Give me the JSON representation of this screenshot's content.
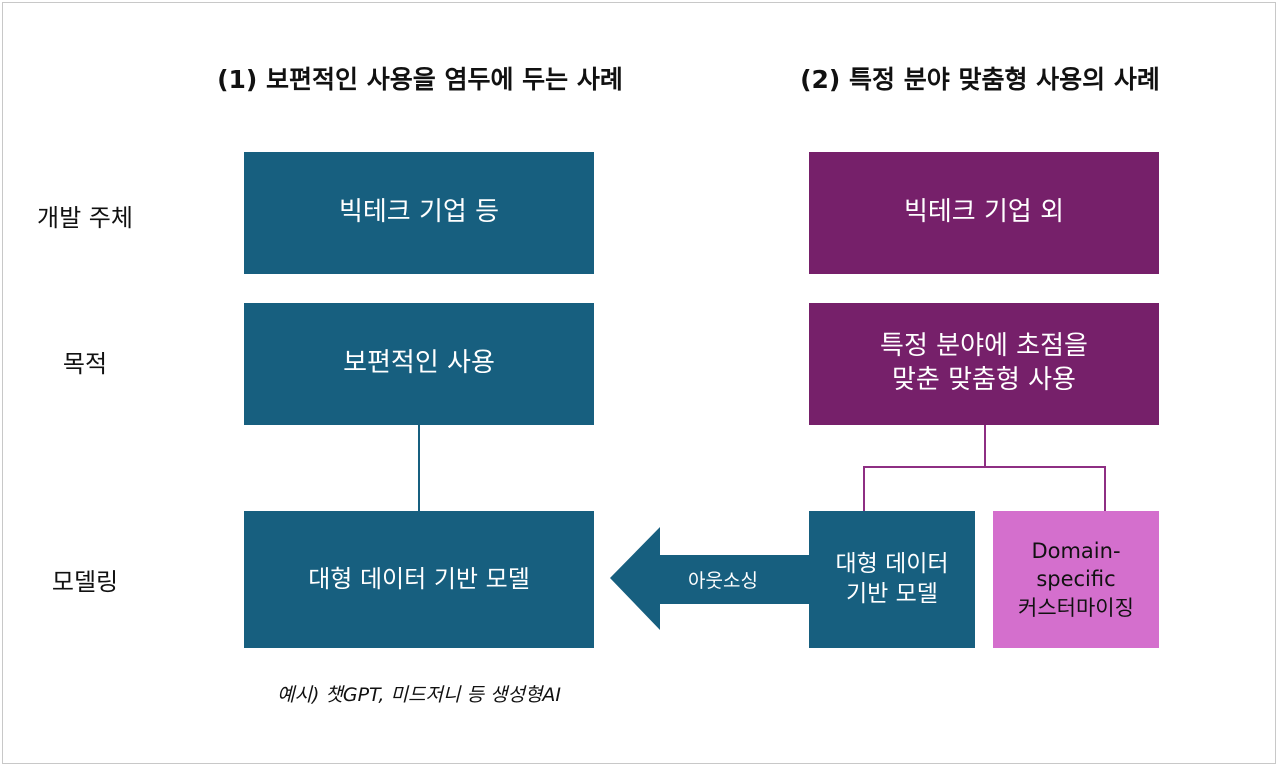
{
  "headings": {
    "left": "(1) 보편적인 사용을 염두에 두는 사례",
    "right": "(2) 특정 분야 맞춤형 사용의 사례"
  },
  "rows": {
    "developer": "개발 주체",
    "purpose": "목적",
    "modeling": "모델링"
  },
  "left": {
    "developer": "빅테크 기업 등",
    "purpose": "보편적인 사용",
    "modeling": "대형 데이터 기반 모델",
    "example": "예시) 챗GPT, 미드저니 등 생성형AI"
  },
  "right": {
    "developer": "빅테크 기업 외",
    "purpose": "특정 분야에 초점을\n맞춘 맞춤형 사용",
    "modeling_base": "대형 데이터\n기반 모델",
    "modeling_custom": "Domain-\nspecific\n커스터마이징"
  },
  "arrow": {
    "label": "아웃소싱"
  },
  "colors": {
    "teal": "#175f7f",
    "purple": "#76206a",
    "pink": "#d46fcd"
  }
}
